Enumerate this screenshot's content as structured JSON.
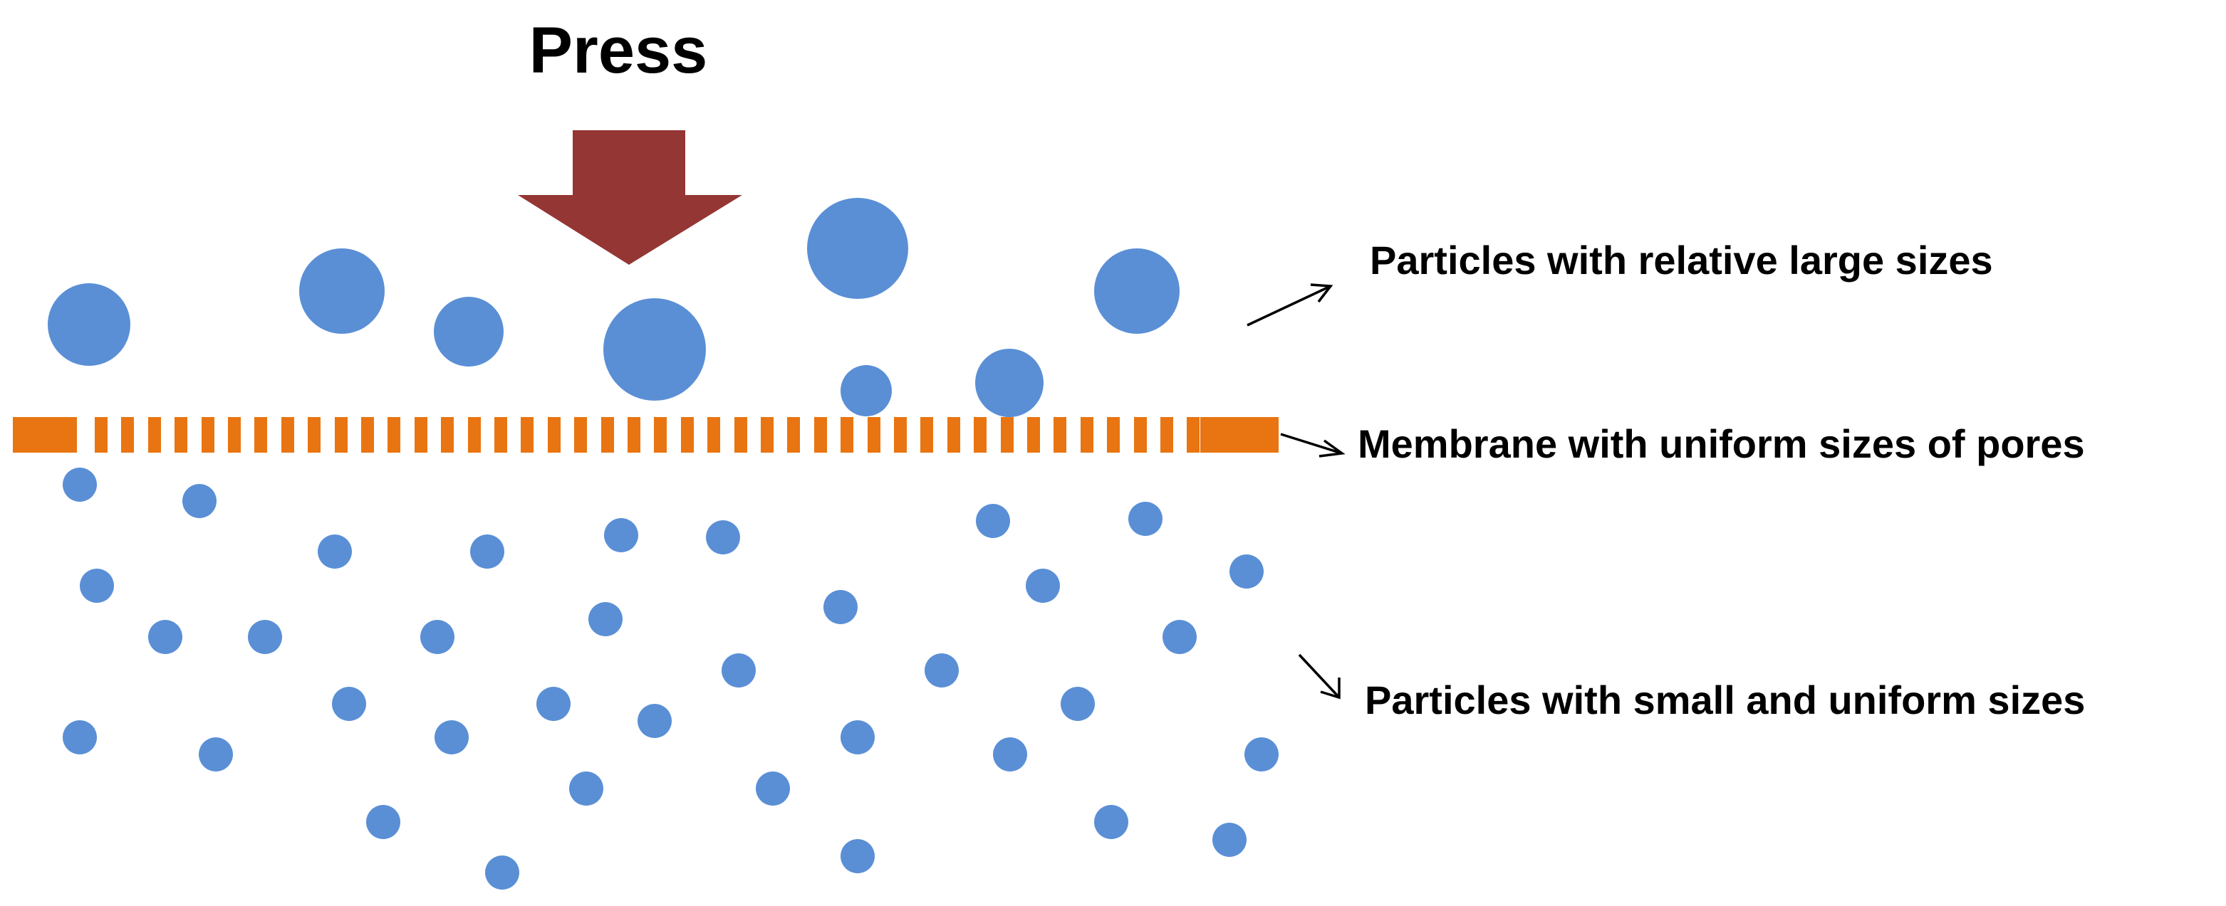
{
  "title": "Press",
  "labels": {
    "large_particles": "Particles with relative large sizes",
    "membrane": "Membrane with uniform sizes of pores",
    "small_particles": "Particles with small and uniform sizes"
  },
  "colors": {
    "particle": "#5a8fd6",
    "membrane": "#e87511",
    "press_arrow": "#943634",
    "text": "#000000"
  },
  "icons": {
    "press_arrow": "down-arrow-icon",
    "pointer_arrow": "pointer-arrow-icon"
  }
}
